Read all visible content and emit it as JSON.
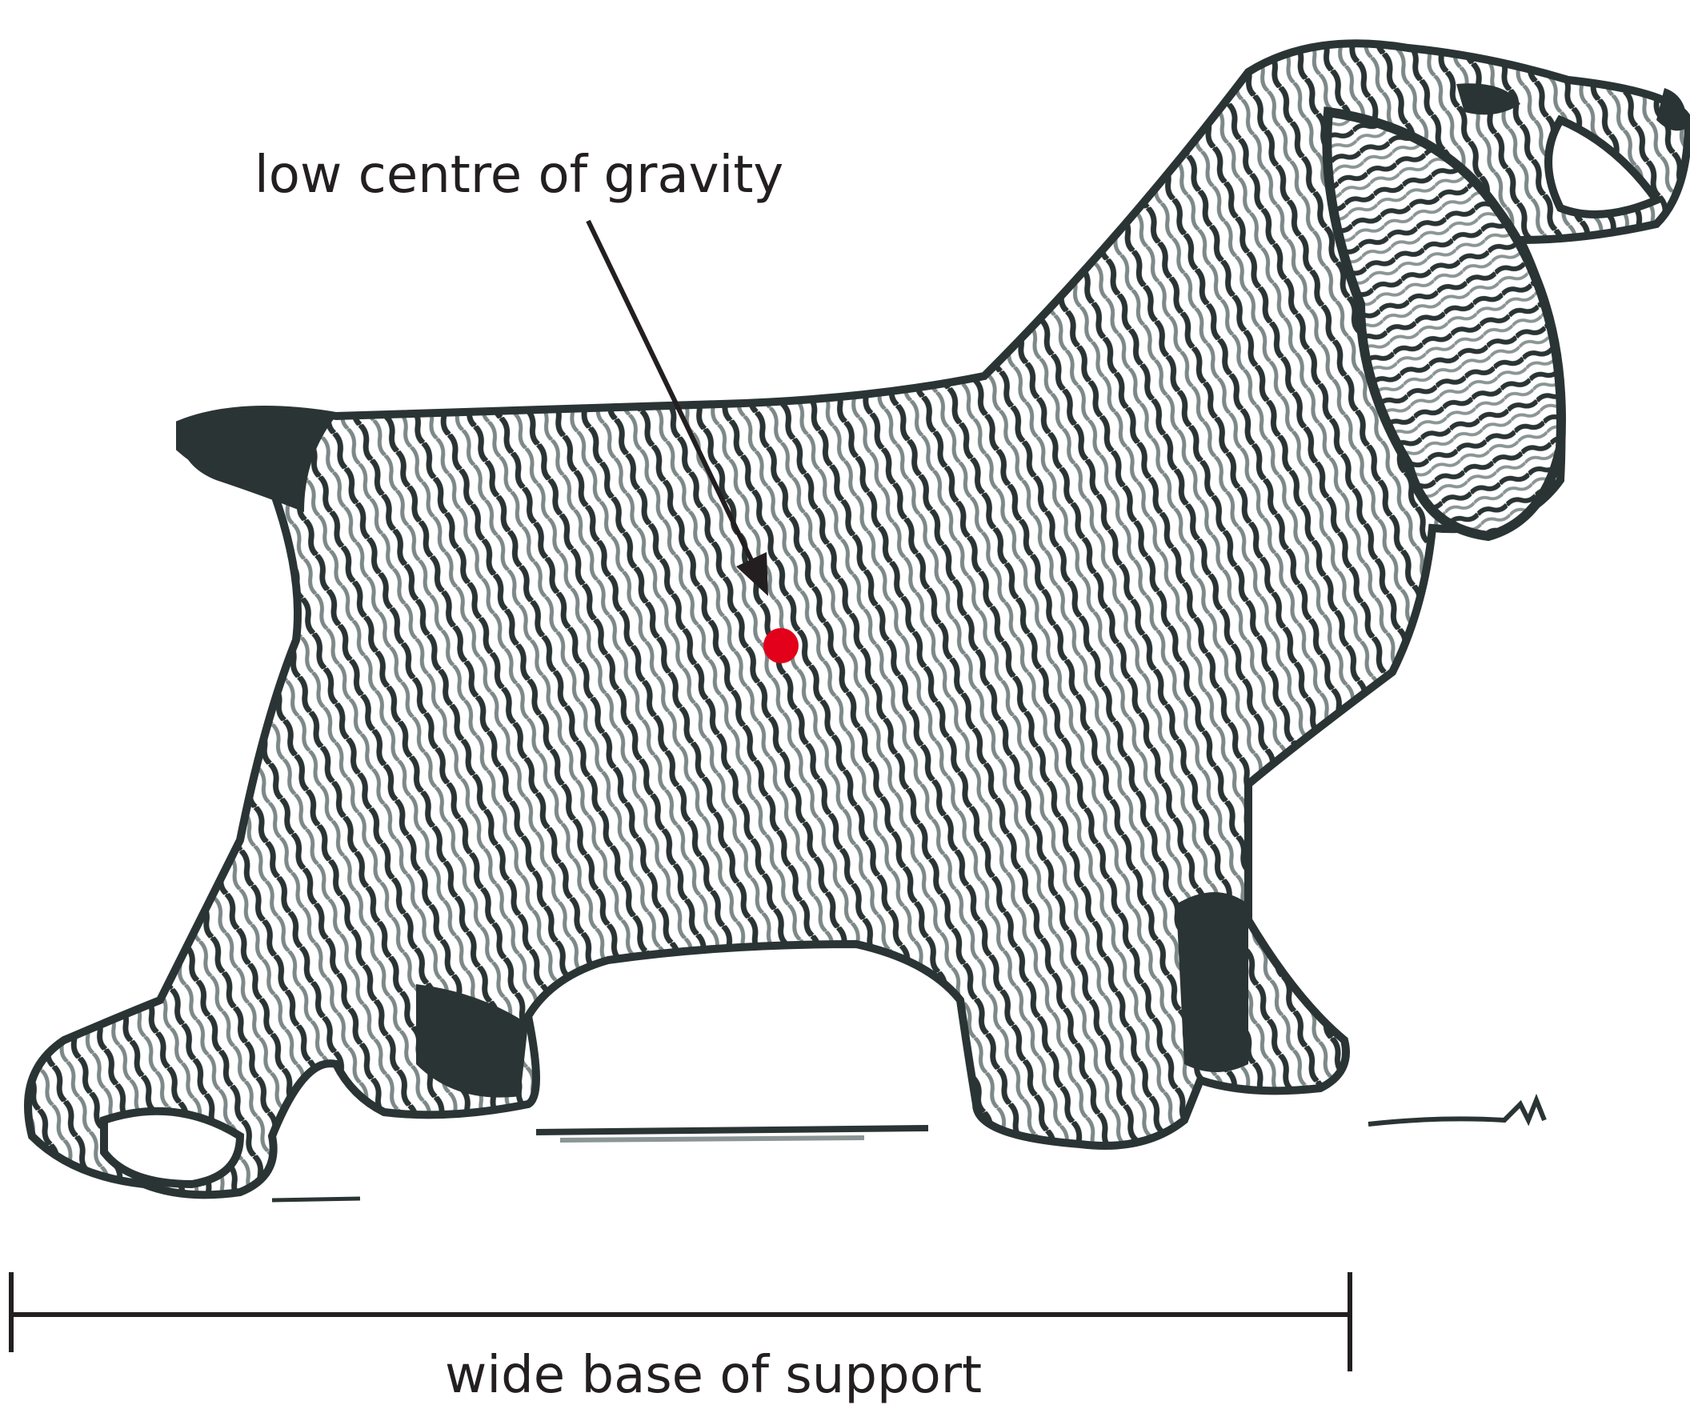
{
  "labels": {
    "centre_of_gravity": "low centre of gravity",
    "base_of_support": "wide base of support"
  },
  "colors": {
    "ink": "#231f20",
    "ink_grey": "#6f7a79",
    "marker": "#e2001a",
    "background": "#ffffff"
  },
  "illustration": {
    "subject": "dog-engraving"
  }
}
